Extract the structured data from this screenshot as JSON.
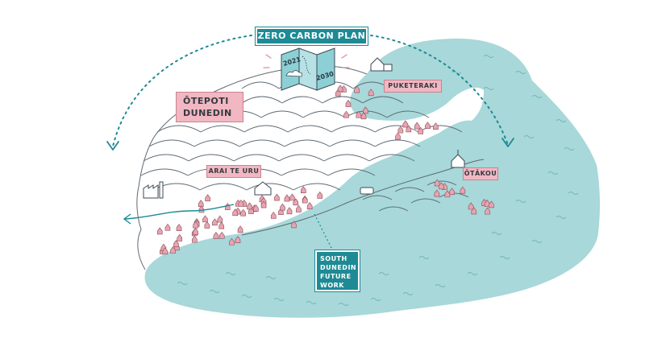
{
  "map": {
    "colors": {
      "sea": "#a8d8d9",
      "sea_wave": "#6fb7ba",
      "land_line": "#5e6a74",
      "town": "#e8a4b0",
      "teal": "#1d8a95",
      "pink": "#f1b7c2"
    },
    "icons": [
      "map-fold-icon",
      "cloud-icon",
      "house-icon",
      "church-icon",
      "factory-icon",
      "bus-icon",
      "arrow-icon"
    ],
    "labels": {
      "zero_carbon": "ZERO CARBON PLAN",
      "otepoti": "ŌTEPOTI DUNEDIN",
      "puketeraki": "PUKETERAKI",
      "arai_te_uru": "ARAI TE URU",
      "otakou": "ŌTĀKOU",
      "south_dunedin": "SOUTH DUNEDIN FUTURE WORK"
    },
    "plan_years": {
      "start": "2021",
      "end": "2030"
    }
  }
}
